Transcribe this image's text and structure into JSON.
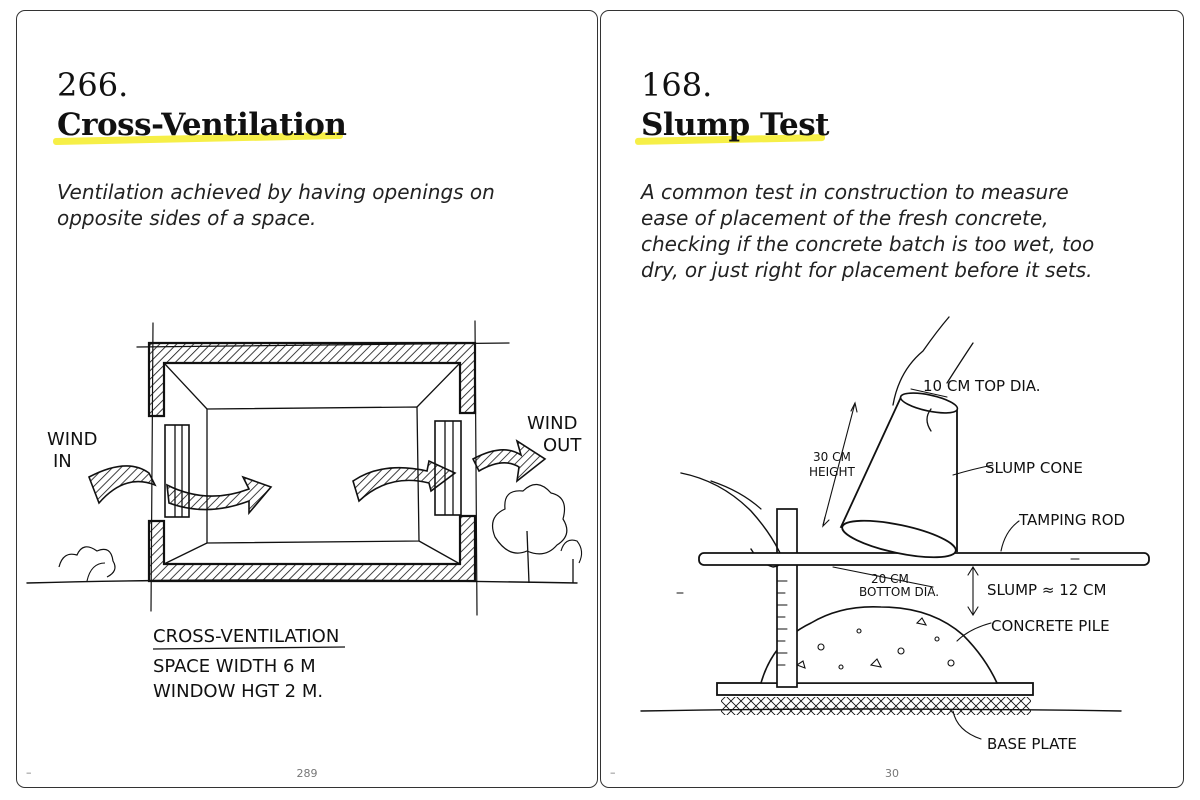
{
  "left_page": {
    "entry_number": "266.",
    "title": "Cross-Ventilation",
    "description_lines": [
      "Ventilation achieved by having openings on",
      "opposite sides of a space."
    ],
    "sketch": {
      "wind_in": [
        "WIND",
        "IN"
      ],
      "wind_out": [
        "WIND",
        "OUT"
      ],
      "caption": "CROSS-VENTILATION",
      "space_width": "SPACE WIDTH  6 M",
      "window_height": "WINDOW HGT  2 M."
    },
    "page_number": "289",
    "corner_mark": "–"
  },
  "right_page": {
    "entry_number": "168.",
    "title": "Slump Test",
    "description_lines": [
      "A common test in construction to measure",
      "ease of placement of the fresh concrete,",
      "checking if the concrete batch is too wet, too",
      "dry, or just right for placement before it sets."
    ],
    "sketch": {
      "top_dia": "10 CM  TOP DIA.",
      "height": [
        "30 CM",
        "HEIGHT"
      ],
      "slump_cone": "SLUMP CONE",
      "tamping_rod": "TAMPING ROD",
      "bottom_dia": [
        "20 CM",
        "BOTTOM DIA."
      ],
      "slump": "SLUMP ≈ 12 CM",
      "concrete_pile": "CONCRETE PILE",
      "base_plate": "BASE PLATE"
    },
    "page_number": "30",
    "corner_mark": "–"
  }
}
